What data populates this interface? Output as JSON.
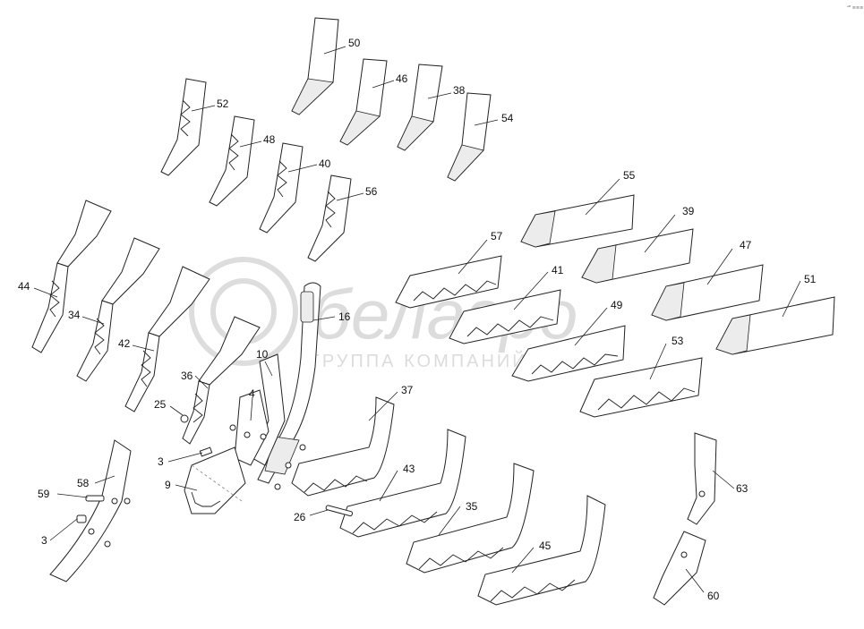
{
  "corner_mark": "ᵃᴮ ≡≡≡",
  "watermark": {
    "name": "белагро",
    "tagline": "ГРУППА КОМПАНИЙ"
  },
  "callouts": {
    "c50": "50",
    "c46": "46",
    "c38": "38",
    "c54": "54",
    "c52": "52",
    "c48": "48",
    "c40": "40",
    "c56": "56",
    "c55": "55",
    "c39": "39",
    "c57": "57",
    "c47": "47",
    "c41": "41",
    "c51": "51",
    "c49": "49",
    "c53": "53",
    "c44": "44",
    "c34": "34",
    "c42": "42",
    "c36": "36",
    "c16": "16",
    "c10": "10",
    "c4": "4",
    "c25": "25",
    "c3a": "3",
    "c9": "9",
    "c37": "37",
    "c58": "58",
    "c59": "59",
    "c3b": "3",
    "c43": "43",
    "c26": "26",
    "c35": "35",
    "c45": "45",
    "c63": "63",
    "c60": "60"
  }
}
